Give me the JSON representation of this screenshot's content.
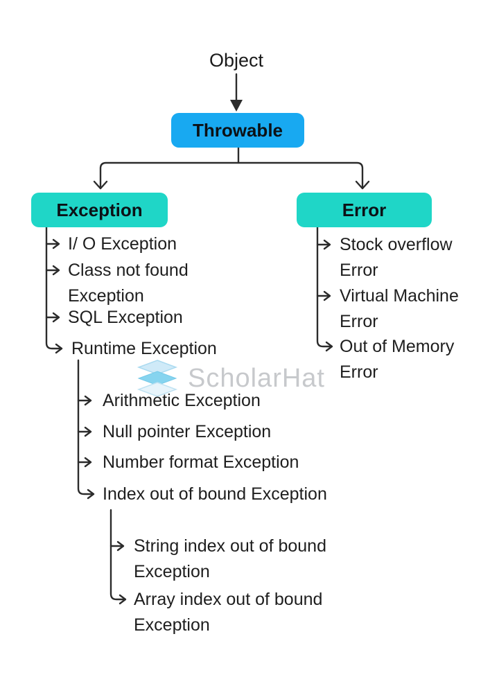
{
  "diagram": {
    "root_label": "Object",
    "throwable_label": "Throwable",
    "exception_label": "Exception",
    "error_label": "Error",
    "exception_children": [
      {
        "label": "I/ O Exception"
      },
      {
        "label": "Class not found\nException"
      },
      {
        "label": "SQL Exception"
      },
      {
        "label": "Runtime Exception"
      }
    ],
    "runtime_children": [
      {
        "label": "Arithmetic Exception"
      },
      {
        "label": "Null pointer Exception"
      },
      {
        "label": "Number format Exception"
      },
      {
        "label": "Index out of bound Exception"
      }
    ],
    "index_children": [
      {
        "label": "String index out of bound\nException"
      },
      {
        "label": "Array index out of bound\nException"
      }
    ],
    "error_children": [
      {
        "label": "Stock overflow\nError"
      },
      {
        "label": "Virtual Machine\nError"
      },
      {
        "label": "Out of Memory\nError"
      }
    ]
  },
  "watermark": {
    "brand": "ScholarHat",
    "logo_icon": "stacked-layers-icon"
  },
  "colors": {
    "throwable_bg": "#18a9f1",
    "category_bg": "#1fd6c7",
    "line": "#2b2b2b",
    "text": "#1e1e1e",
    "watermark_text": "#c7c9cc"
  }
}
